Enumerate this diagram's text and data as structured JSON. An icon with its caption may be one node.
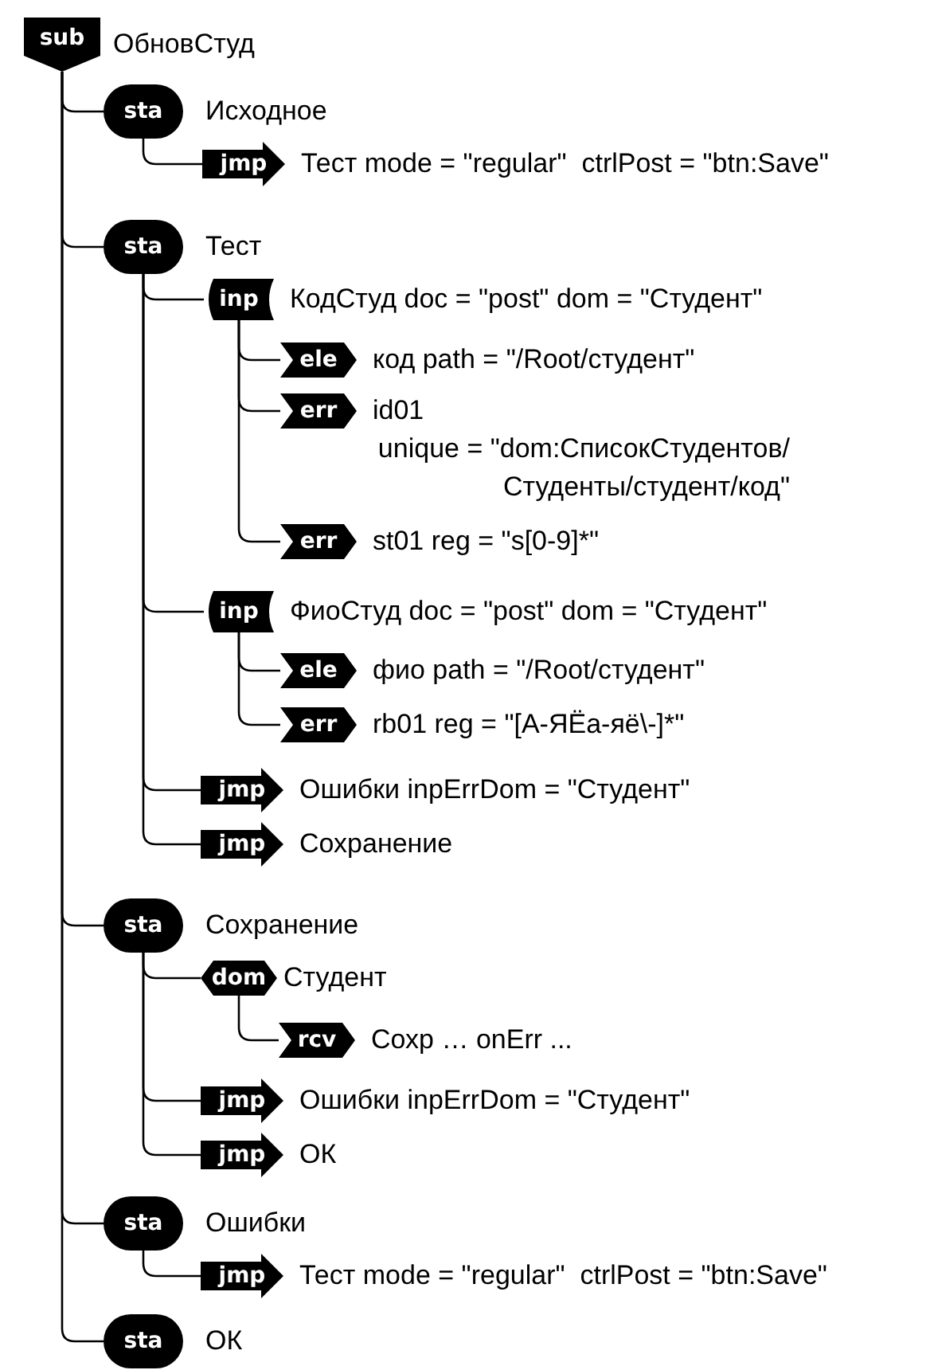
{
  "diagram": {
    "nodes": [
      {
        "text": [
          "sub"
        ],
        "beside": [
          "ОбновСтуд"
        ]
      },
      {
        "text": [
          "sta"
        ],
        "beside": [
          "Исходное"
        ]
      },
      {
        "text": [
          "jmp"
        ],
        "beside": [
          "Тест mode = \"regular\"  ctrlPost = \"btn:Save\""
        ]
      },
      {
        "text": [
          "sta"
        ],
        "beside": [
          "Тест"
        ]
      },
      {
        "text": [
          "inp"
        ],
        "beside": [
          "КодСтуд doc = \"post\" dom = \"Студент\""
        ]
      },
      {
        "text": [
          "ele"
        ],
        "beside": [
          "код path = \"/Root/студент\""
        ]
      },
      {
        "text": [
          "err"
        ],
        "beside": [
          "id01",
          "unique = \"dom:СписокСтудентов/ Студенты/студент/код\""
        ]
      },
      {
        "text": [
          "err"
        ],
        "beside": [
          "st01 reg = \"s[0-9]*\""
        ]
      },
      {
        "text": [
          "inp"
        ],
        "beside": [
          "ФиоСтуд doc = \"post\" dom = \"Студент\""
        ]
      },
      {
        "text": [
          "ele"
        ],
        "beside": [
          "фио path = \"/Root/студент\""
        ]
      },
      {
        "text": [
          "err"
        ],
        "beside": [
          "rb01 reg = \"[А-ЯЁа-яё\\-]*\""
        ]
      },
      {
        "text": [
          "jmp"
        ],
        "beside": [
          "Ошибки inpErrDom = \"Студент\""
        ]
      },
      {
        "text": [
          "jmp"
        ],
        "beside": [
          "Сохранение"
        ]
      },
      {
        "text": [
          "sta"
        ],
        "beside": [
          "Сохранение"
        ]
      },
      {
        "text": [
          "dom"
        ],
        "beside": [
          "Студент"
        ]
      },
      {
        "text": [
          "rcv"
        ],
        "beside": [
          "Сохр … onErr ..."
        ]
      },
      {
        "text": [
          "jmp"
        ],
        "beside": [
          "Ошибки inpErrDom = \"Студент\""
        ]
      },
      {
        "text": [
          "jmp"
        ],
        "beside": [
          "ОК"
        ]
      },
      {
        "text": [
          "sta"
        ],
        "beside": [
          "Ошибки"
        ]
      },
      {
        "text": [
          "jmp"
        ],
        "beside": [
          "Тест mode = \"regular\"  ctrlPost = \"btn:Save\""
        ]
      },
      {
        "text": [
          "sta"
        ],
        "beside": [
          "ОК"
        ]
      }
    ],
    "edges": [
      {
        "from": 0,
        "to": 1,
        "arrow": "none"
      },
      {
        "from": 1,
        "to": 2,
        "arrow": "none"
      },
      {
        "from": 0,
        "to": 3,
        "arrow": "none"
      },
      {
        "from": 3,
        "to": 4,
        "arrow": "none"
      },
      {
        "from": 4,
        "to": 5,
        "arrow": "none"
      },
      {
        "from": 4,
        "to": 6,
        "arrow": "none"
      },
      {
        "from": 4,
        "to": 7,
        "arrow": "none"
      },
      {
        "from": 3,
        "to": 8,
        "arrow": "none"
      },
      {
        "from": 8,
        "to": 9,
        "arrow": "none"
      },
      {
        "from": 8,
        "to": 10,
        "arrow": "none"
      },
      {
        "from": 3,
        "to": 11,
        "arrow": "none"
      },
      {
        "from": 3,
        "to": 12,
        "arrow": "none"
      },
      {
        "from": 0,
        "to": 13,
        "arrow": "none"
      },
      {
        "from": 13,
        "to": 14,
        "arrow": "none"
      },
      {
        "from": 14,
        "to": 15,
        "arrow": "none"
      },
      {
        "from": 13,
        "to": 16,
        "arrow": "none"
      },
      {
        "from": 13,
        "to": 17,
        "arrow": "none"
      },
      {
        "from": 0,
        "to": 18,
        "arrow": "none"
      },
      {
        "from": 18,
        "to": 19,
        "arrow": "none"
      },
      {
        "from": 0,
        "to": 20,
        "arrow": "none"
      }
    ]
  }
}
